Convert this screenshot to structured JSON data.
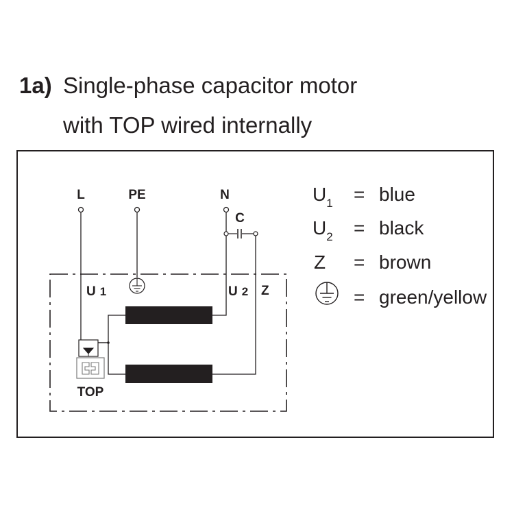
{
  "heading": {
    "number": "1a)",
    "line1": "Single-phase capacitor motor",
    "line2": "with TOP wired internally"
  },
  "terminals": {
    "L": "L",
    "PE": "PE",
    "N": "N",
    "C": "C"
  },
  "winding_labels": {
    "U1_main": "U",
    "U1_sub": "1",
    "U2_main": "U",
    "U2_sub": "2",
    "Z": "Z"
  },
  "top_label": "TOP",
  "legend": {
    "eq": "=",
    "rows": [
      {
        "key_main": "U",
        "key_sub": "1",
        "value": "blue"
      },
      {
        "key_main": "U",
        "key_sub": "2",
        "value": "black"
      },
      {
        "key_main": "Z",
        "key_sub": "",
        "value": "brown"
      },
      {
        "key_main": "",
        "key_sub": "",
        "value": "green/yellow",
        "icon": "earth-ground-icon"
      }
    ]
  }
}
